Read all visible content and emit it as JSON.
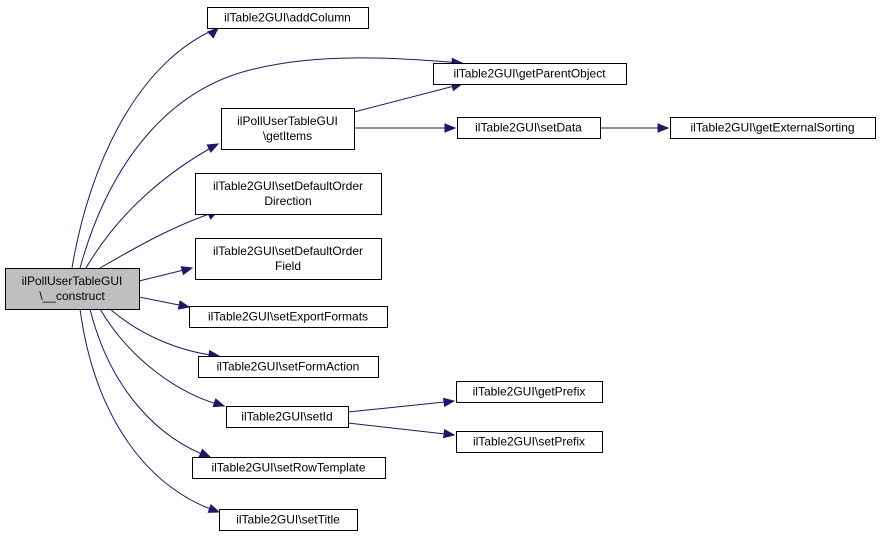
{
  "graph": {
    "edge_color": "#191970",
    "root_fill": "#bfbfbf",
    "nodes": [
      {
        "id": "root",
        "lines": [
          "ilPollUserTableGUI",
          "\\__construct"
        ],
        "root": true
      },
      {
        "id": "addColumn",
        "lines": [
          "ilTable2GUI\\addColumn"
        ]
      },
      {
        "id": "getParentObject",
        "lines": [
          "ilTable2GUI\\getParentObject"
        ]
      },
      {
        "id": "getItems",
        "lines": [
          "ilPollUserTableGUI",
          "\\getItems"
        ]
      },
      {
        "id": "setData",
        "lines": [
          "ilTable2GUI\\setData"
        ]
      },
      {
        "id": "getExternalSorting",
        "lines": [
          "ilTable2GUI\\getExternalSorting"
        ]
      },
      {
        "id": "setDefaultOrderDirection",
        "lines": [
          "ilTable2GUI\\setDefaultOrder",
          "Direction"
        ]
      },
      {
        "id": "setDefaultOrderField",
        "lines": [
          "ilTable2GUI\\setDefaultOrder",
          "Field"
        ]
      },
      {
        "id": "setExportFormats",
        "lines": [
          "ilTable2GUI\\setExportFormats"
        ]
      },
      {
        "id": "setFormAction",
        "lines": [
          "ilTable2GUI\\setFormAction"
        ]
      },
      {
        "id": "setId",
        "lines": [
          "ilTable2GUI\\setId"
        ]
      },
      {
        "id": "getPrefix",
        "lines": [
          "ilTable2GUI\\getPrefix"
        ]
      },
      {
        "id": "setPrefix",
        "lines": [
          "ilTable2GUI\\setPrefix"
        ]
      },
      {
        "id": "setRowTemplate",
        "lines": [
          "ilTable2GUI\\setRowTemplate"
        ]
      },
      {
        "id": "setTitle",
        "lines": [
          "ilTable2GUI\\setTitle"
        ]
      }
    ],
    "edges": [
      {
        "from": "root",
        "to": "addColumn"
      },
      {
        "from": "root",
        "to": "getParentObject"
      },
      {
        "from": "root",
        "to": "getItems"
      },
      {
        "from": "root",
        "to": "setDefaultOrderDirection"
      },
      {
        "from": "root",
        "to": "setDefaultOrderField"
      },
      {
        "from": "root",
        "to": "setExportFormats"
      },
      {
        "from": "root",
        "to": "setFormAction"
      },
      {
        "from": "root",
        "to": "setId"
      },
      {
        "from": "root",
        "to": "setRowTemplate"
      },
      {
        "from": "root",
        "to": "setTitle"
      },
      {
        "from": "getItems",
        "to": "getParentObject"
      },
      {
        "from": "getItems",
        "to": "setData"
      },
      {
        "from": "setData",
        "to": "getExternalSorting"
      },
      {
        "from": "setId",
        "to": "getPrefix"
      },
      {
        "from": "setId",
        "to": "setPrefix"
      }
    ]
  }
}
